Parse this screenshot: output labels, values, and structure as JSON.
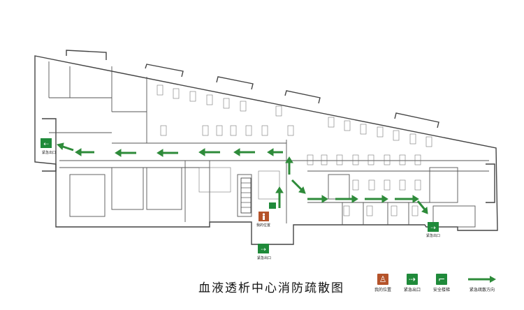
{
  "title": "血液透析中心消防疏散图",
  "labels": {
    "exit": "紧急出口",
    "you_are_here": "我的位置"
  },
  "legend": [
    {
      "key": "you-are-here",
      "label": "我的位置",
      "icon": "person-icon"
    },
    {
      "key": "emergency-exit",
      "label": "紧急出口",
      "icon": "running-man-exit-icon"
    },
    {
      "key": "safe-stairs",
      "label": "安全楼梯",
      "icon": "stairs-runner-icon"
    },
    {
      "key": "evac-direction",
      "label": "紧急疏散方向",
      "icon": "green-arrow-icon"
    }
  ],
  "colors": {
    "exit_green": "#1f8a3a",
    "arrow_green": "#2e8b3a",
    "here_brown": "#b5532a",
    "wall": "#444444"
  }
}
